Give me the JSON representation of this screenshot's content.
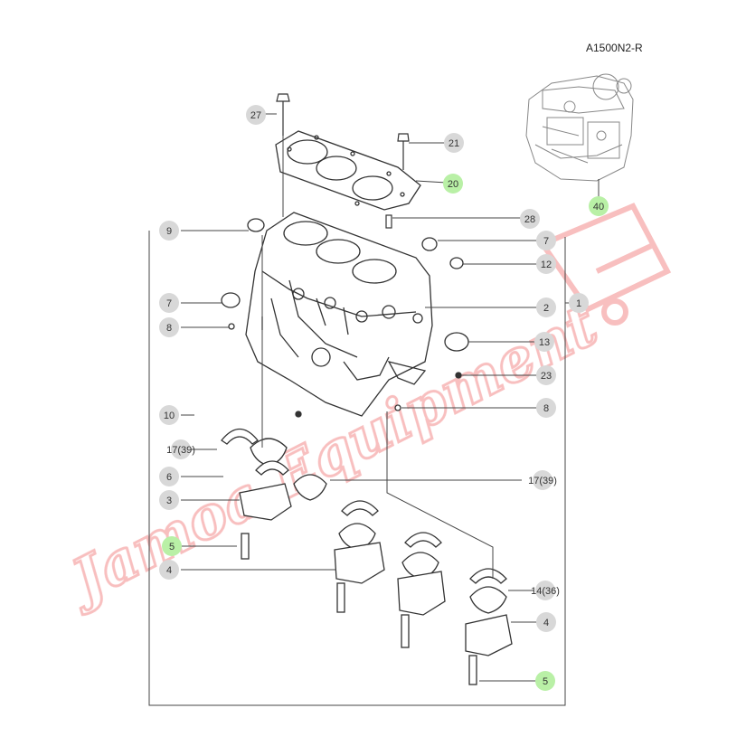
{
  "diagram": {
    "code": "A1500N2-R",
    "watermark": "Jamoa Equipment",
    "colors": {
      "line": "#444444",
      "callout": "#d8d8d8",
      "highlight": "#b9f0a6",
      "watermark": "#f28b8b"
    },
    "callouts": [
      {
        "id": "c27",
        "label": "27",
        "hl": false
      },
      {
        "id": "c21",
        "label": "21",
        "hl": false
      },
      {
        "id": "c20",
        "label": "20",
        "hl": true
      },
      {
        "id": "c40",
        "label": "40",
        "hl": true
      },
      {
        "id": "c28",
        "label": "28",
        "hl": false
      },
      {
        "id": "c9",
        "label": "9",
        "hl": false
      },
      {
        "id": "c7r",
        "label": "7",
        "hl": false
      },
      {
        "id": "c12",
        "label": "12",
        "hl": false
      },
      {
        "id": "c1",
        "label": "1",
        "hl": false
      },
      {
        "id": "c7l",
        "label": "7",
        "hl": false
      },
      {
        "id": "c2",
        "label": "2",
        "hl": false
      },
      {
        "id": "c8l",
        "label": "8",
        "hl": false
      },
      {
        "id": "c13",
        "label": "13",
        "hl": false
      },
      {
        "id": "c23",
        "label": "23",
        "hl": false
      },
      {
        "id": "c10",
        "label": "10",
        "hl": false
      },
      {
        "id": "c8r",
        "label": "8",
        "hl": false
      },
      {
        "id": "c17l",
        "label": "17(39)",
        "hl": false
      },
      {
        "id": "c17r",
        "label": "17(39)",
        "hl": false
      },
      {
        "id": "c6",
        "label": "6",
        "hl": false
      },
      {
        "id": "c3",
        "label": "3",
        "hl": false
      },
      {
        "id": "c5l",
        "label": "5",
        "hl": true
      },
      {
        "id": "c4l",
        "label": "4",
        "hl": false
      },
      {
        "id": "c14",
        "label": "14(36)",
        "hl": false
      },
      {
        "id": "c4r",
        "label": "4",
        "hl": false
      },
      {
        "id": "c5r",
        "label": "5",
        "hl": true
      }
    ]
  }
}
